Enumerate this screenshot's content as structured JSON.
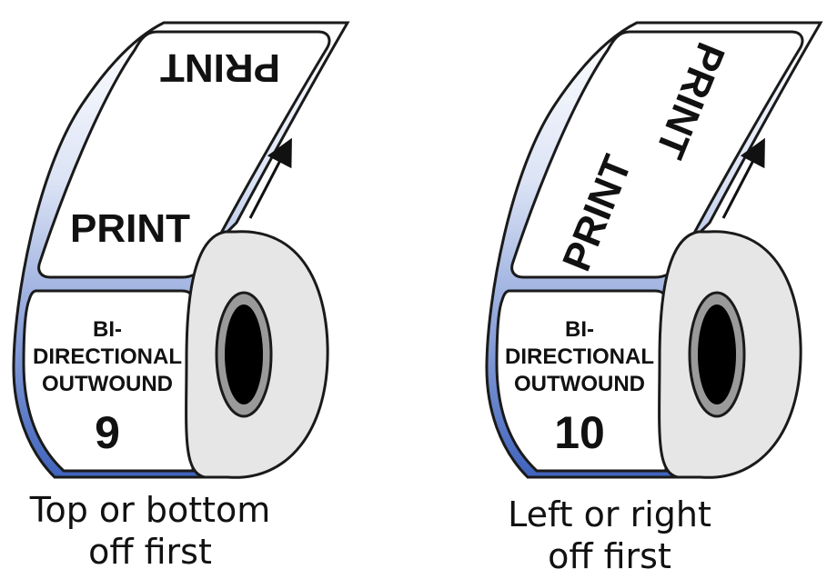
{
  "colors": {
    "outline": "#1a1a1a",
    "edge_blue": "#4a6fc4",
    "edge_blue_light": "#c8d3ee",
    "label_fill": "#ffffff",
    "core_ring": "#9a9a9a",
    "core_hole": "#000000",
    "roll_face": "#e6e6e6"
  },
  "rolls": [
    {
      "print_upper": "PRINT",
      "print_lower": "PRINT",
      "label_line1": "BI-",
      "label_line2": "DIRECTIONAL",
      "label_line3": "OUTWOUND",
      "number": "9",
      "caption_line1": "Top or bottom",
      "caption_line2": "off first"
    },
    {
      "print_upper": "PRINT",
      "print_lower": "PRINT",
      "label_line1": "BI-",
      "label_line2": "DIRECTIONAL",
      "label_line3": "OUTWOUND",
      "number": "10",
      "caption_line1": "Left or right",
      "caption_line2": "off first"
    }
  ]
}
